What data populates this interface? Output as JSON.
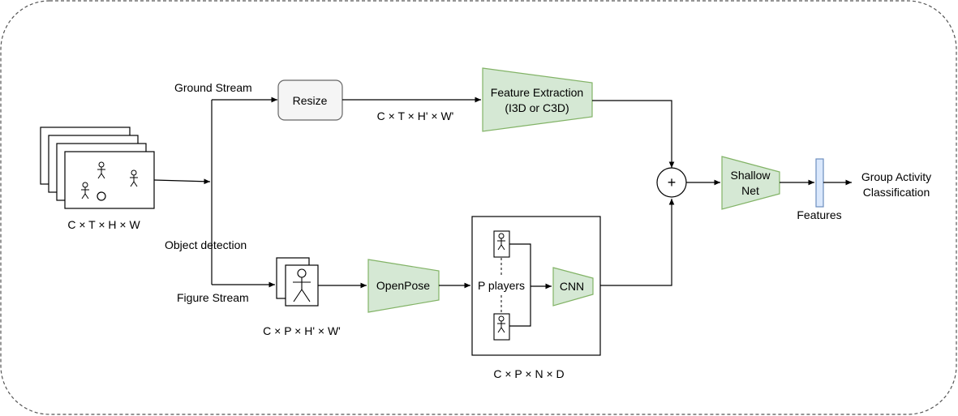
{
  "input": {
    "dims": "C × T × H × W"
  },
  "ground_stream": {
    "label": "Ground Stream",
    "resize": "Resize",
    "dims": "C × T × H' × W'",
    "feature_extraction": {
      "line1": "Feature Extraction",
      "line2": "(I3D or C3D)"
    }
  },
  "figure_stream": {
    "object_detection": "Object detection",
    "label": "Figure Stream",
    "crops_dims": "C × P × H' × W'",
    "openpose": "OpenPose",
    "players": "P players",
    "cnn": "CNN",
    "players_dims": "C × P × N × D"
  },
  "fusion": {
    "symbol": "+"
  },
  "shallow_net": {
    "line1": "Shallow",
    "line2": "Net"
  },
  "features": "Features",
  "output": {
    "line1": "Group Activity",
    "line2": "Classification"
  },
  "colors": {
    "block_fill": "#d5e8d4",
    "block_stroke": "#82b366",
    "feature_fill": "#dae8fc",
    "feature_stroke": "#6c8ebf"
  }
}
